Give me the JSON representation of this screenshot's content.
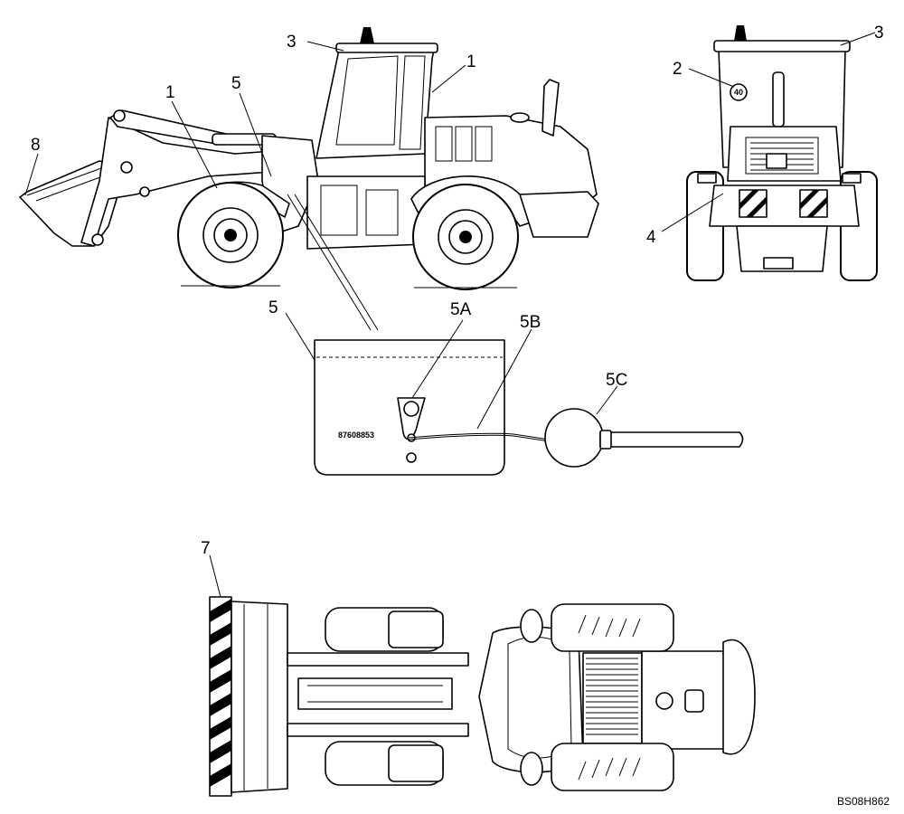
{
  "callouts": {
    "side_3": "3",
    "side_1_cab": "1",
    "side_1_fender": "1",
    "side_5": "5",
    "side_8": "8",
    "rear_3": "3",
    "rear_2": "2",
    "rear_4": "4",
    "detail_5": "5",
    "detail_5a": "5A",
    "detail_5b": "5B",
    "detail_5c": "5C",
    "top_7": "7"
  },
  "plate": {
    "part_number": "87608853"
  },
  "rear_speed_sign": "40",
  "drawing_reference": "BS08H862"
}
